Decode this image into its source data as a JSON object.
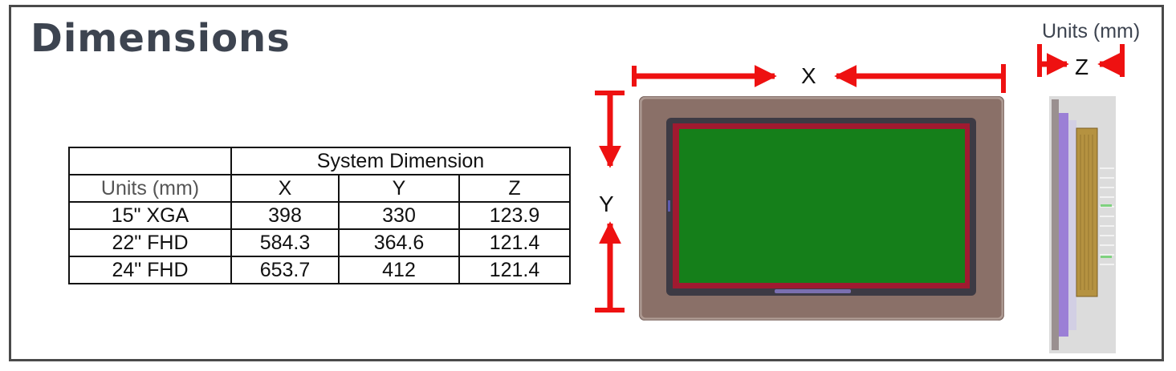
{
  "heading": "Dimensions",
  "units_note": "Units (mm)",
  "table": {
    "group_header": "System Dimension",
    "units_label": "Units (mm)",
    "columns": [
      "X",
      "Y",
      "Z"
    ],
    "rows": [
      {
        "model": "15\" XGA",
        "x": "398",
        "y": "330",
        "z": "123.9"
      },
      {
        "model": "22\" FHD",
        "x": "584.3",
        "y": "364.6",
        "z": "121.4"
      },
      {
        "model": "24\" FHD",
        "x": "653.7",
        "y": "412",
        "z": "121.4"
      }
    ]
  },
  "axis_labels": {
    "x": "X",
    "y": "Y",
    "z": "Z"
  },
  "colors": {
    "arrow": "#ee1111",
    "screen": "#157f1a",
    "bezel": "#8a7068",
    "connector": "#b59240",
    "side_panel": "#9b7fd6"
  }
}
